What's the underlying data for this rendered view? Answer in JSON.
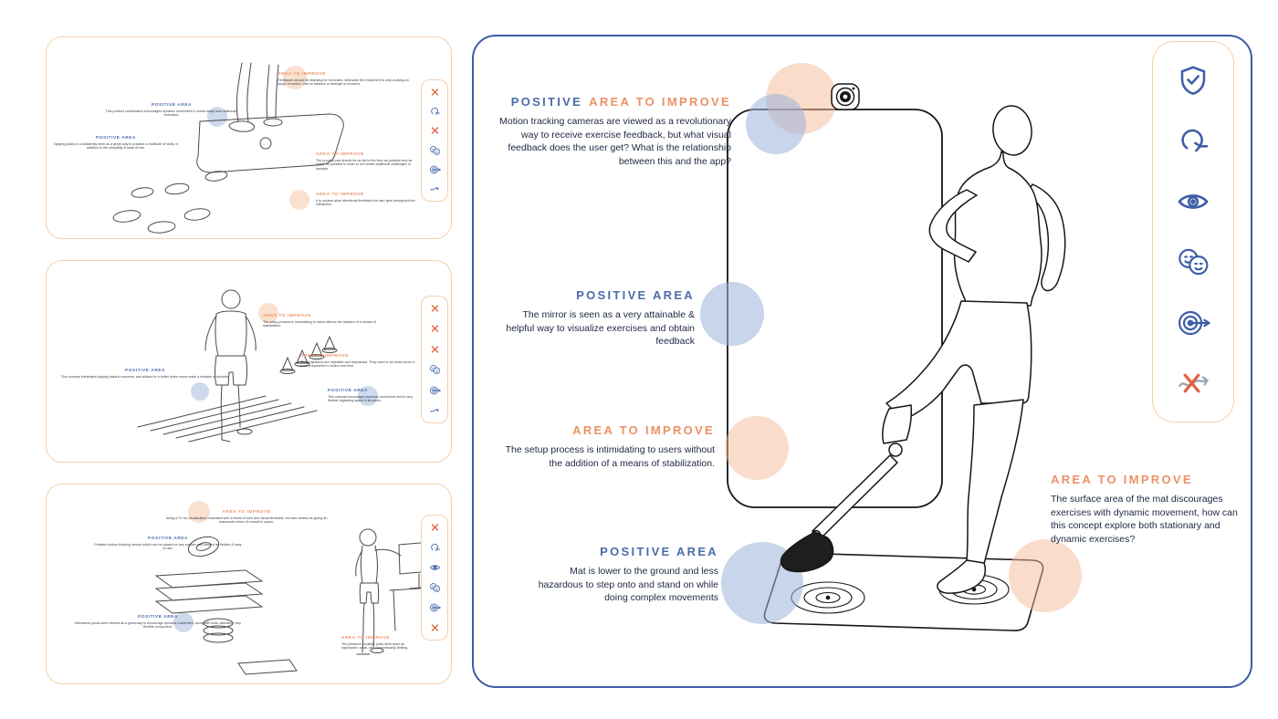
{
  "colors": {
    "blue": "#4b6cab",
    "orange": "#ec9166",
    "panel_border_orange": "#f6cfab",
    "main_border_blue": "#3c5ca6",
    "circle_blue": "#9db3db",
    "circle_orange": "#f3ba95"
  },
  "main_panel": {
    "annotations": {
      "camera": {
        "label_blue": "POSITIVE",
        "label_orange": "AREA TO IMPROVE",
        "text": "Motion tracking cameras are viewed as a revolutionary way to receive exercise feedback, but what visual feedback does the user get?  What is the relationship between this and the app?"
      },
      "mirror": {
        "label": "POSITIVE AREA",
        "text": "The mirror is seen as a very attainable & helpful way to visualize exercises and obtain feedback"
      },
      "setup": {
        "label": "AREA TO IMPROVE",
        "text": "The setup process is intimidating to users without the addition of a means of stabilization."
      },
      "mat": {
        "label": "POSITIVE AREA",
        "text": "Mat is lower to the ground and less hazardous to step onto and stand on while doing complex movements"
      },
      "surface": {
        "label": "AREA TO IMPROVE",
        "text": "The surface area of the mat discourages exercises with dynamic movement, how can this concept explore both stationary and dynamic exercises?"
      }
    },
    "icon_strip": [
      "shield-check",
      "repeat",
      "eye",
      "faces",
      "target",
      "motion-crossed"
    ]
  },
  "left_panels": [
    {
      "name": "balance-board-concept",
      "icons": [
        "x",
        "repeat",
        "x",
        "faces",
        "target",
        "motion"
      ],
      "annotations": [
        {
          "type": "improve",
          "label": "AREA TO IMPROVE",
          "text": "Participant should be standing for exercises, otherwise the movement is only working on range of motion, and no balance or strength is involved."
        },
        {
          "type": "positive",
          "label": "POSITIVE AREA",
          "text": "This product combination encourages dynamic movement & moves away from stationary exercises."
        },
        {
          "type": "positive",
          "label": "POSITIVE AREA",
          "text": "Tapping pucks is consistently seen as a great way to practice a multitude of skills, in addition to the versatility & ease of use."
        },
        {
          "type": "improve",
          "label": "AREA TO IMPROVE",
          "text": "The process pad should be as flat to the floor as possible and as stable as possible in order to not create additional challenges or hazards."
        },
        {
          "type": "improve",
          "label": "AREA TO IMPROVE",
          "text": "It is unclear what directional feedback the user gets throughout the interaction."
        }
      ]
    },
    {
      "name": "projection-concept",
      "icons": [
        "x",
        "x",
        "x",
        "faces",
        "target",
        "motion"
      ],
      "annotations": [
        {
          "type": "improve",
          "label": "AREA TO IMPROVE",
          "text": "The setup process is intimidating to users without the addition of a means of stabilization."
        },
        {
          "type": "improve",
          "label": "AREA TO IMPROVE",
          "text": "The projections are repetitive and haphazard. They need to be toned down & more purposeful in motion and form."
        },
        {
          "type": "positive",
          "label": "POSITIVE AREA",
          "text": "This concept eliminates tripping hazard concerns, and allows for a buffer when users make a mistake or stumble."
        },
        {
          "type": "positive",
          "label": "POSITIVE AREA",
          "text": "This concept encourages dynamic movement and is very flexible regarding space & structure."
        }
      ]
    },
    {
      "name": "tv-sensor-concept",
      "icons": [
        "x",
        "repeat",
        "eye",
        "faces",
        "target",
        "x"
      ],
      "annotations": [
        {
          "type": "improve",
          "label": "AREA TO IMPROVE",
          "text": "Using a TV for visualization resonated well in terms of size and visual feedback, but was viewed as giving an inaccurate mirror of oneself in space."
        },
        {
          "type": "positive",
          "label": "POSITIVE AREA",
          "text": "Portable motion tracking sensor which can be placed on any surface was viewed as flexible & easy to use."
        },
        {
          "type": "positive",
          "label": "POSITIVE AREA",
          "text": "Interactive pucks were viewed as a great way to encourage dynamic movement, along with dots; ultimately very flexible component."
        },
        {
          "type": "improve",
          "label": "AREA TO IMPROVE",
          "text": "The pressure sensitive pads were seen as haphazard, small, and unnecessarily limiting."
        }
      ]
    }
  ]
}
